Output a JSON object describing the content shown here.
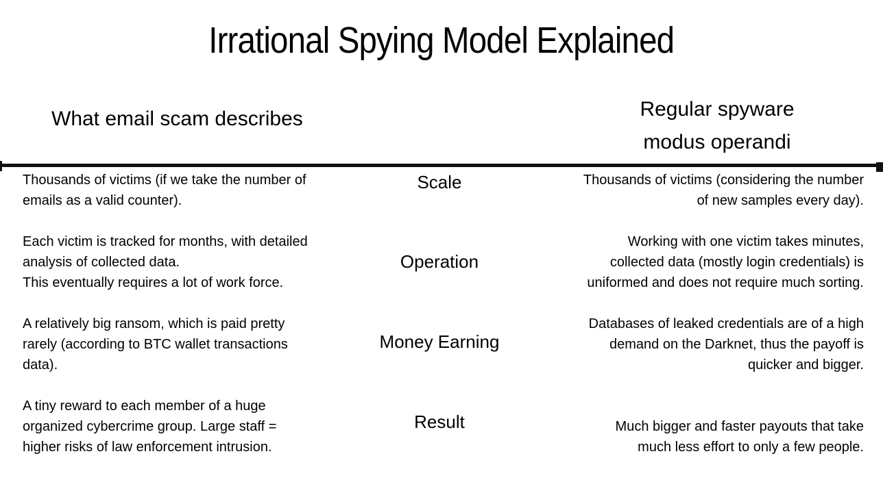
{
  "page": {
    "background_color": "#ffffff",
    "text_color": "#000000",
    "divider_color": "#111111"
  },
  "title": "Irrational Spying Model Explained",
  "columns": {
    "left_header": "What email scam describes",
    "right_header": "Regular spyware\nmodus operandi"
  },
  "rows": [
    {
      "label": "Scale",
      "left": "Thousands of victims (if we take the number of\nemails as a valid counter).",
      "right": "Thousands of victims (considering the number\nof new samples every day)."
    },
    {
      "label": "Operation",
      "left": "Each victim is tracked for months, with detailed\nanalysis of collected data.\nThis eventually requires a lot of work force.",
      "right": "Working with one victim takes minutes,\ncollected data (mostly login credentials) is\nuniformed and does not require much sorting."
    },
    {
      "label": "Money Earning",
      "left": "A relatively big ransom, which is paid pretty\nrarely (according to BTC wallet transactions\ndata).",
      "right": "Databases of leaked credentials are of a high\ndemand on the Darknet, thus the payoff is\nquicker and bigger."
    },
    {
      "label": "Result",
      "left": "A tiny reward to each member of a huge\norganized cybercrime group. Large staff =\nhigher risks of law enforcement intrusion.",
      "right": "Much bigger and faster payouts that take\nmuch less effort to only a few people."
    }
  ]
}
